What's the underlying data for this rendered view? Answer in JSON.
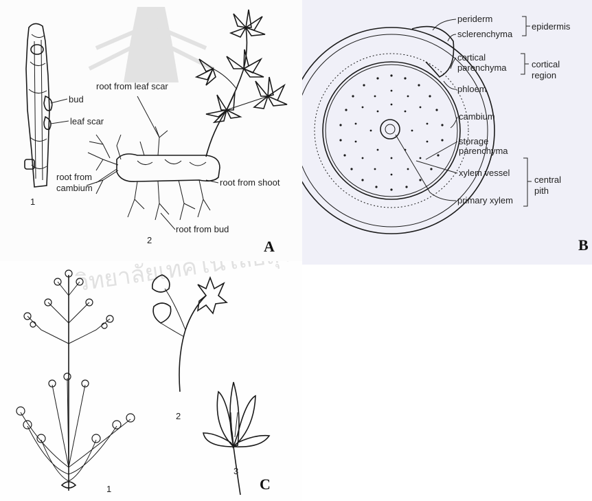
{
  "panel_a": {
    "letter": "A",
    "fig1_number": "1",
    "fig2_number": "2",
    "labels": {
      "bud": "bud",
      "leaf_scar": "leaf scar",
      "root_from_leaf_scar": "root from leaf scar",
      "root_from_cambium_1": "root from",
      "root_from_cambium_2": "cambium",
      "root_from_shoot": "root from shoot",
      "root_from_bud": "root from bud"
    }
  },
  "panel_b": {
    "letter": "B",
    "labels": {
      "periderm": "periderm",
      "sclerenchyma": "sclerenchyma",
      "epidermis": "epidermis",
      "cortical_parenchyma_1": "cortical",
      "cortical_parenchyma_2": "parenchyma",
      "cortical_region_1": "cortical",
      "cortical_region_2": "region",
      "phloem": "phloem",
      "cambium": "cambium",
      "storage_parenchyma_1": "storage",
      "storage_parenchyma_2": "parenchyma",
      "xylem_vessel": "xylem vessel",
      "central_pith_1": "central",
      "central_pith_2": "pith",
      "primary_xylem": "primary xylem"
    }
  },
  "panel_c": {
    "letter": "C",
    "fig1_number": "1",
    "fig2_number": "2",
    "fig3_number": "3"
  },
  "watermark": "วิทยาลัยเทคโนโลยีสุรนารี"
}
